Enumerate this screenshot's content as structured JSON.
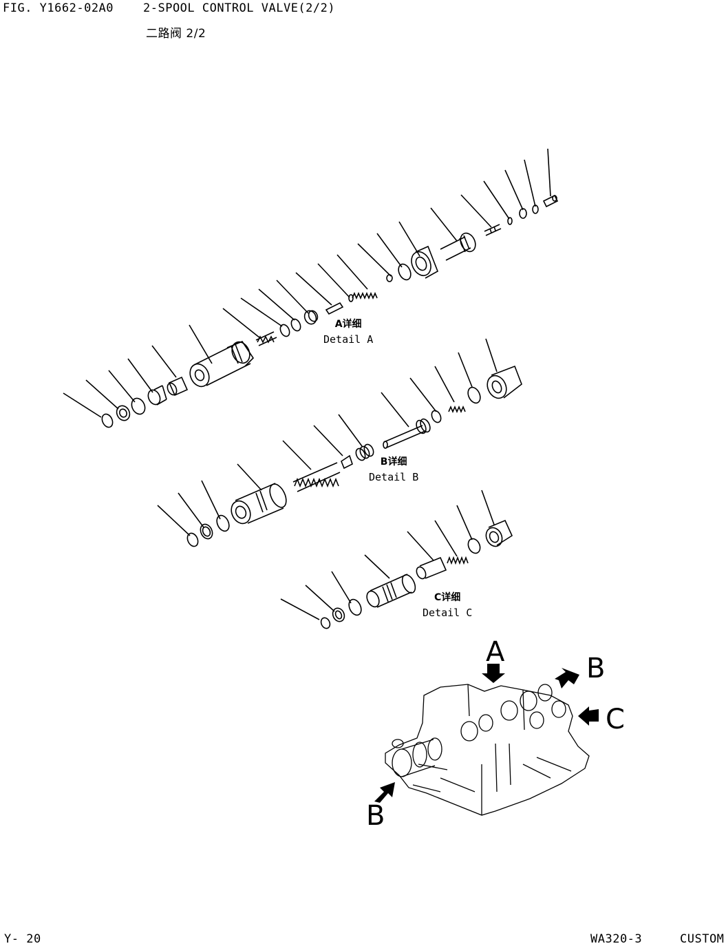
{
  "header": {
    "fig_id": "FIG. Y1662-02A0",
    "title": "2-SPOOL CONTROL VALVE(2/2)",
    "subtitle": "二路阀 2/2"
  },
  "details": [
    {
      "cn": "A详细",
      "en": "Detail A"
    },
    {
      "cn": "B详细",
      "en": "Detail B"
    },
    {
      "cn": "C详细",
      "en": "Detail C"
    }
  ],
  "view_labels": {
    "a": "A",
    "b_top": "B",
    "c": "C",
    "b_bottom": "B"
  },
  "footer": {
    "page": "Y-  20",
    "model": "WA320-3",
    "custom": "CUSTOM"
  }
}
